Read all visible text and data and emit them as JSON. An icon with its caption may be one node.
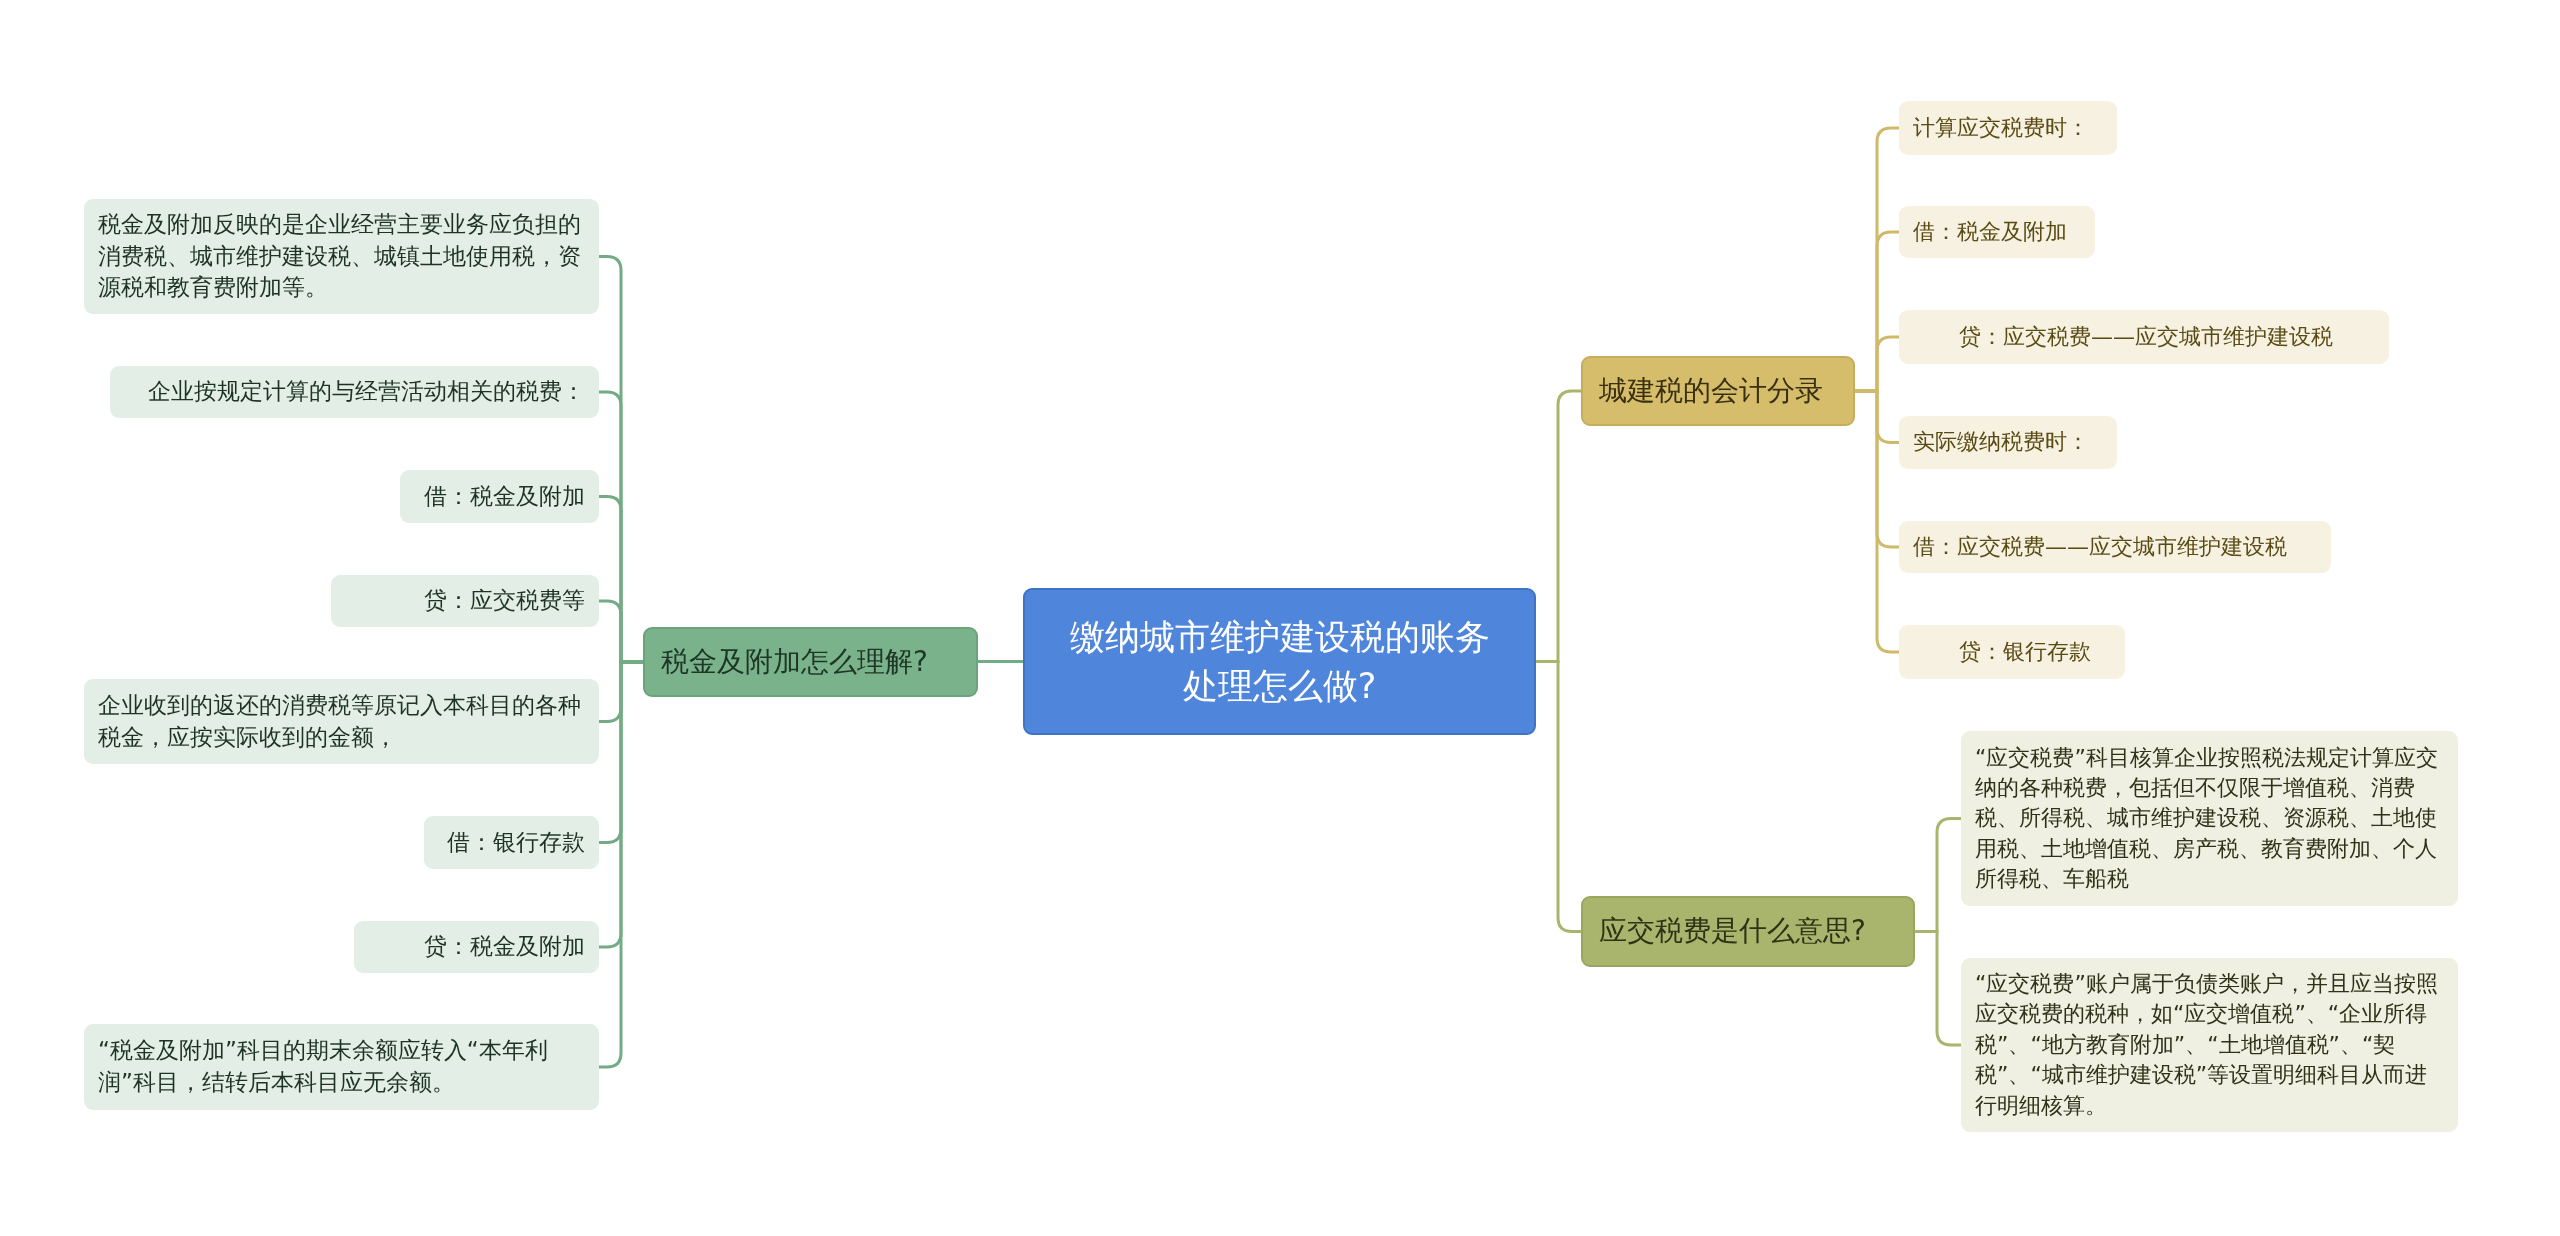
{
  "diagram": {
    "nodes": [
      {
        "text": [
          "缴纳城市维护建设税的账务处理怎么做?"
        ]
      },
      {
        "text": [
          "税金及附加怎么理解?"
        ]
      },
      {
        "text": [
          "税金及附加反映的是企业经营主要业务应负担的消费税、城市维护建设税、城镇土地使用税，资源税和教育费附加等。"
        ]
      },
      {
        "text": [
          "企业按规定计算的与经营活动相关的税费："
        ]
      },
      {
        "text": [
          "借：税金及附加"
        ]
      },
      {
        "text": [
          "贷：应交税费等"
        ]
      },
      {
        "text": [
          "企业收到的返还的消费税等原记入本科目的各种税金，应按实际收到的金额，"
        ]
      },
      {
        "text": [
          "借：银行存款"
        ]
      },
      {
        "text": [
          "贷：税金及附加"
        ]
      },
      {
        "text": [
          "“税金及附加”科目的期末余额应转入“本年利润”科目，结转后本科目应无余额。"
        ]
      },
      {
        "text": [
          "城建税的会计分录"
        ]
      },
      {
        "text": [
          "计算应交税费时："
        ]
      },
      {
        "text": [
          "借：税金及附加"
        ]
      },
      {
        "text": [
          "贷：应交税费——应交城市维护建设税"
        ]
      },
      {
        "text": [
          "实际缴纳税费时："
        ]
      },
      {
        "text": [
          "借：应交税费——应交城市维护建设税"
        ]
      },
      {
        "text": [
          "贷：银行存款"
        ]
      },
      {
        "text": [
          "应交税费是什么意思?"
        ]
      },
      {
        "text": [
          "“应交税费”科目核算企业按照税法规定计算应交纳的各种税费，包括但不仅限于增值税、消费税、所得税、城市维护建设税、资源税、土地使用税、土地增值税、房产税、教育费附加、个人所得税、车船税"
        ]
      },
      {
        "text": [
          "“应交税费”账户属于负债类账户，并且应当按照应交税费的税种，如“应交增值税”、“企业所得税”、“地方教育附加”、“土地增值税”、“契税”、“城市维护建设税”等设置明细科目从而进行明细核算。"
        ]
      }
    ],
    "edges": [
      {
        "from": 0,
        "to": 1,
        "arrow": "none"
      },
      {
        "from": 1,
        "to": 2,
        "arrow": "none"
      },
      {
        "from": 1,
        "to": 3,
        "arrow": "none"
      },
      {
        "from": 1,
        "to": 4,
        "arrow": "none"
      },
      {
        "from": 1,
        "to": 5,
        "arrow": "none"
      },
      {
        "from": 1,
        "to": 6,
        "arrow": "none"
      },
      {
        "from": 1,
        "to": 7,
        "arrow": "none"
      },
      {
        "from": 1,
        "to": 8,
        "arrow": "none"
      },
      {
        "from": 1,
        "to": 9,
        "arrow": "none"
      },
      {
        "from": 0,
        "to": 10,
        "arrow": "none",
        "color": "#a9b56c"
      },
      {
        "from": 10,
        "to": 11,
        "arrow": "none",
        "color": "#cfb96b"
      },
      {
        "from": 10,
        "to": 12,
        "arrow": "none",
        "color": "#cfb96b"
      },
      {
        "from": 10,
        "to": 13,
        "arrow": "none",
        "color": "#cfb96b"
      },
      {
        "from": 10,
        "to": 14,
        "arrow": "none",
        "color": "#cfb96b"
      },
      {
        "from": 10,
        "to": 15,
        "arrow": "none",
        "color": "#cfb96b"
      },
      {
        "from": 10,
        "to": 16,
        "arrow": "none",
        "color": "#cfb96b"
      },
      {
        "from": 0,
        "to": 17,
        "arrow": "none",
        "color": "#a9b56c"
      },
      {
        "from": 17,
        "to": 18,
        "arrow": "none",
        "color": "#a9b56c"
      },
      {
        "from": 17,
        "to": 19,
        "arrow": "none",
        "color": "#a9b56c"
      }
    ]
  }
}
